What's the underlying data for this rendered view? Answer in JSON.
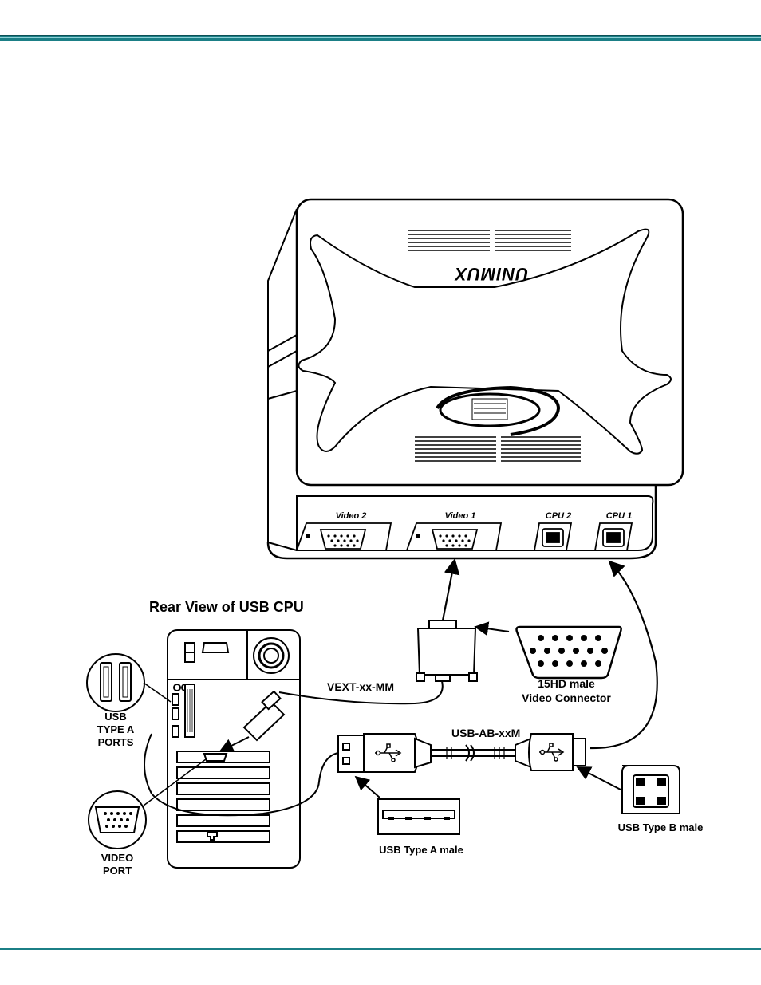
{
  "device": {
    "brand": "UNIMUX",
    "ports": {
      "video2": "Video 2",
      "video1": "Video 1",
      "cpu2": "CPU 2",
      "cpu1": "CPU 1"
    }
  },
  "labels": {
    "rear_view_title": "Rear View of USB CPU",
    "usb_type_a_ports": [
      "USB",
      "TYPE A",
      "PORTS"
    ],
    "video_port": [
      "VIDEO",
      "PORT"
    ],
    "video_cable": "VEXT-xx-MM",
    "usb_cable": "USB-AB-xxM",
    "hd15_connector": [
      "15HD male",
      "Video Connector"
    ],
    "usb_type_a_male": "USB Type A male",
    "usb_type_b_male": "USB Type B male"
  },
  "colors": {
    "rule": "#1b7f86",
    "ink": "#000000"
  }
}
